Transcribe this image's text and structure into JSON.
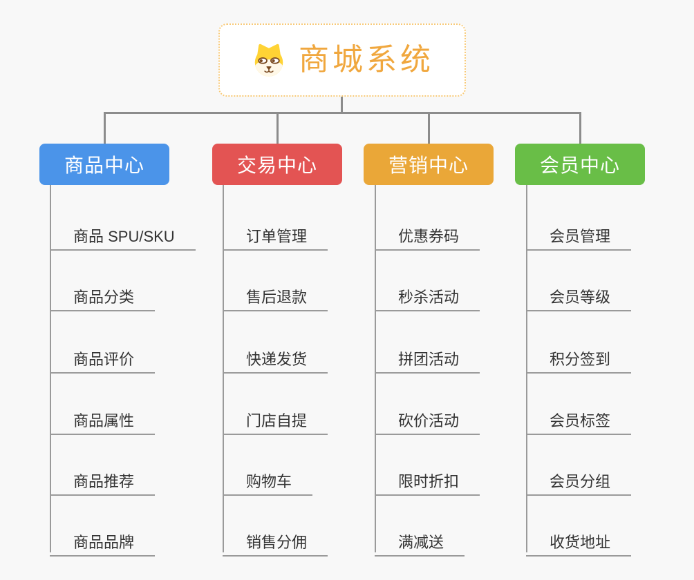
{
  "canvas": {
    "background": "#f8f8f8",
    "connector_color": "#8c8c8c",
    "leaf_line_color": "#9a9a9a",
    "leaf_text_color": "#333333"
  },
  "root": {
    "label": "商城系统",
    "icon": "shiba-dog-icon",
    "text_color": "#f0a73e",
    "border_color": "#f8ca78"
  },
  "branches": [
    {
      "label": "商品中心",
      "color": "#4b94e9",
      "items": [
        "商品 SPU/SKU",
        "商品分类",
        "商品评价",
        "商品属性",
        "商品推荐",
        "商品品牌"
      ]
    },
    {
      "label": "交易中心",
      "color": "#e35453",
      "items": [
        "订单管理",
        "售后退款",
        "快递发货",
        "门店自提",
        "购物车",
        "销售分佣"
      ]
    },
    {
      "label": "营销中心",
      "color": "#eaa738",
      "items": [
        "优惠券码",
        "秒杀活动",
        "拼团活动",
        "砍价活动",
        "限时折扣",
        "满减送"
      ]
    },
    {
      "label": "会员中心",
      "color": "#69be47",
      "items": [
        "会员管理",
        "会员等级",
        "积分签到",
        "会员标签",
        "会员分组",
        "收货地址"
      ]
    }
  ]
}
